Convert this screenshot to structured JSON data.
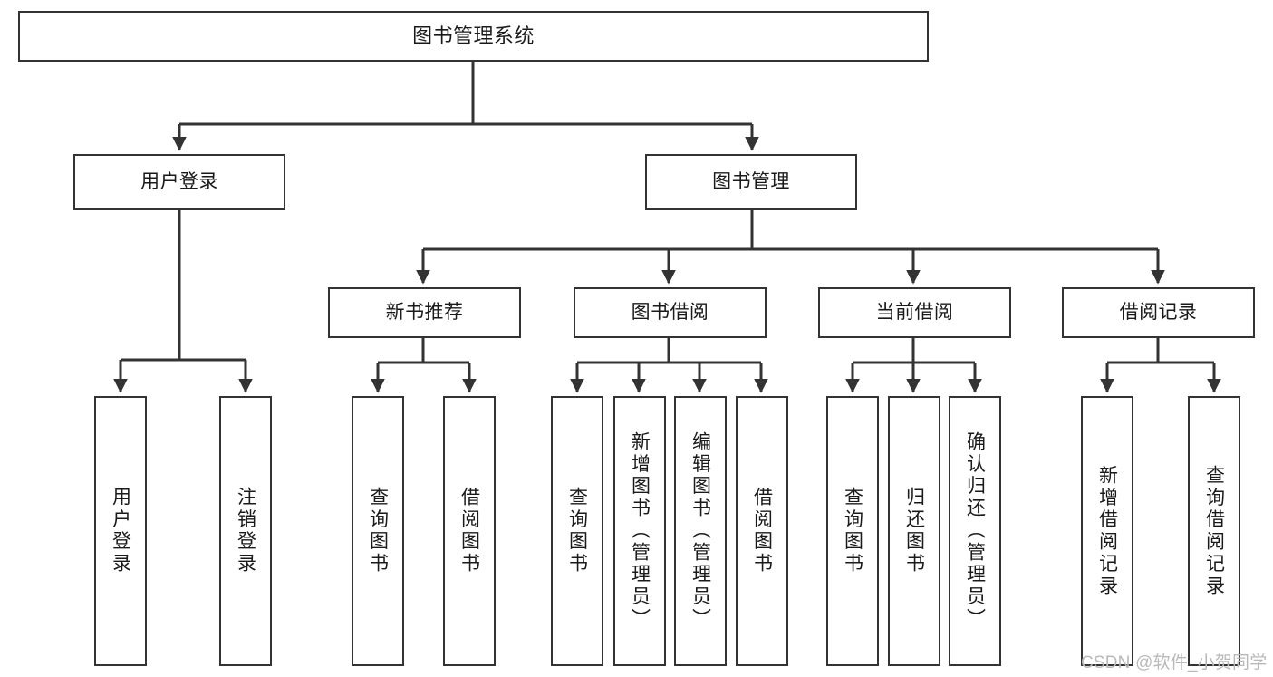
{
  "diagram": {
    "type": "tree",
    "title": "图书管理系统",
    "orientation": "top-down",
    "colors": {
      "box_border": "#333333",
      "box_fill": "#ffffff",
      "connector": "#333333",
      "text": "#1a1a1a",
      "background": "#ffffff",
      "watermark": "#b9b9b9"
    }
  },
  "root": {
    "label": "图书管理系统"
  },
  "level2": [
    {
      "label": "用户登录"
    },
    {
      "label": "图书管理"
    }
  ],
  "level3": [
    {
      "label": "新书推荐"
    },
    {
      "label": "图书借阅"
    },
    {
      "label": "当前借阅"
    },
    {
      "label": "借阅记录"
    }
  ],
  "leaves": {
    "user_login": [
      {
        "label": "用户登录"
      },
      {
        "label": "注销登录"
      }
    ],
    "new_book_recommend": [
      {
        "label": "查询图书"
      },
      {
        "label": "借阅图书"
      }
    ],
    "book_borrow": [
      {
        "label": "查询图书"
      },
      {
        "label": "新增图书（管理员）"
      },
      {
        "label": "编辑图书（管理员）"
      },
      {
        "label": "借阅图书"
      }
    ],
    "current_borrow": [
      {
        "label": "查询图书"
      },
      {
        "label": "归还图书"
      },
      {
        "label": "确认归还（管理员）"
      }
    ],
    "borrow_record": [
      {
        "label": "新增借阅记录"
      },
      {
        "label": "查询借阅记录"
      }
    ]
  },
  "watermark": {
    "text": "CSDN @软件_小贺同学"
  }
}
